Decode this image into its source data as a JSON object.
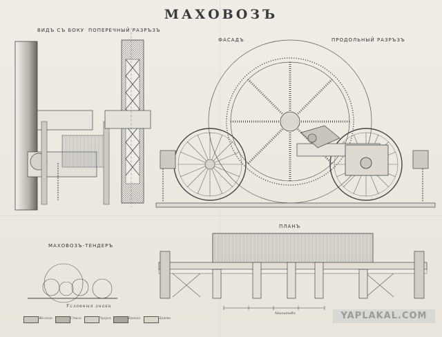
{
  "title": "МАХОВОЗЪ",
  "views": {
    "side": "ВИДЪ СЪ БОКУ",
    "cross_section": "ПОПЕРЕЧНЫЙ РАЗРЪЗЪ",
    "facade": "ФАСАДЪ",
    "longitudinal_section": "ПРОДОЛЬНЫЙ РАЗРЪЗЪ",
    "plan": "ПЛАНЪ",
    "tender": "МАХОВОЗЪ-ТЕНДЕРЪ"
  },
  "legend": {
    "title": "Условныя знаки",
    "items": [
      {
        "label": "Желѣзо",
        "color": "#c9c6bf"
      },
      {
        "label": "Сталь",
        "color": "#b9b3a8"
      },
      {
        "label": "Чугунъ",
        "color": "#d4d0c8"
      },
      {
        "label": "Бронза",
        "color": "#a9a49a"
      },
      {
        "label": "Дерево",
        "color": "#dcd6c8"
      }
    ]
  },
  "scale_label": "Масштабъ",
  "watermark": "YAPLAKAL.COM"
}
